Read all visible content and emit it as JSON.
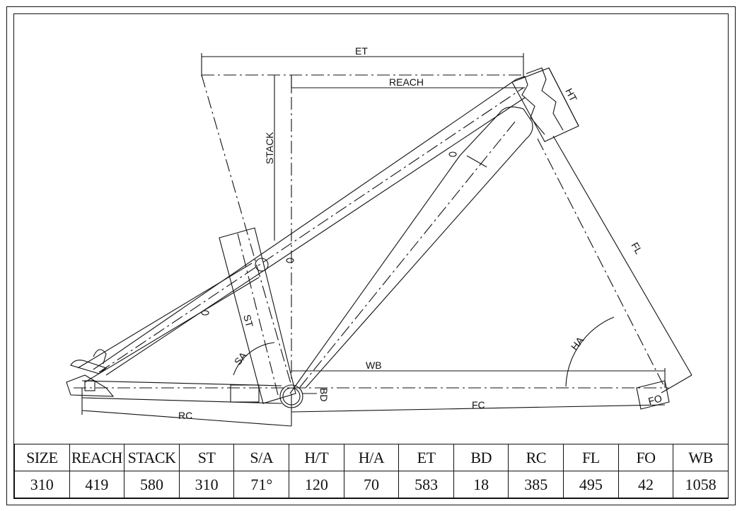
{
  "diagram": {
    "labels": {
      "et": "ET",
      "reach": "REACH",
      "stack": "STACK",
      "ht": "HT",
      "fl": "FL",
      "ha": "HA",
      "st": "ST",
      "sa": "SA",
      "wb": "WB",
      "bd": "BD",
      "fc": "FC",
      "rc": "RC",
      "fo": "FO"
    }
  },
  "geometry_table": {
    "headers": [
      "SIZE",
      "REACH",
      "STACK",
      "ST",
      "S/A",
      "H/T",
      "H/A",
      "ET",
      "BD",
      "RC",
      "FL",
      "FO",
      "WB"
    ],
    "values": [
      "310",
      "419",
      "580",
      "310",
      "71°",
      "120",
      "70",
      "583",
      "18",
      "385",
      "495",
      "42",
      "1058"
    ]
  }
}
